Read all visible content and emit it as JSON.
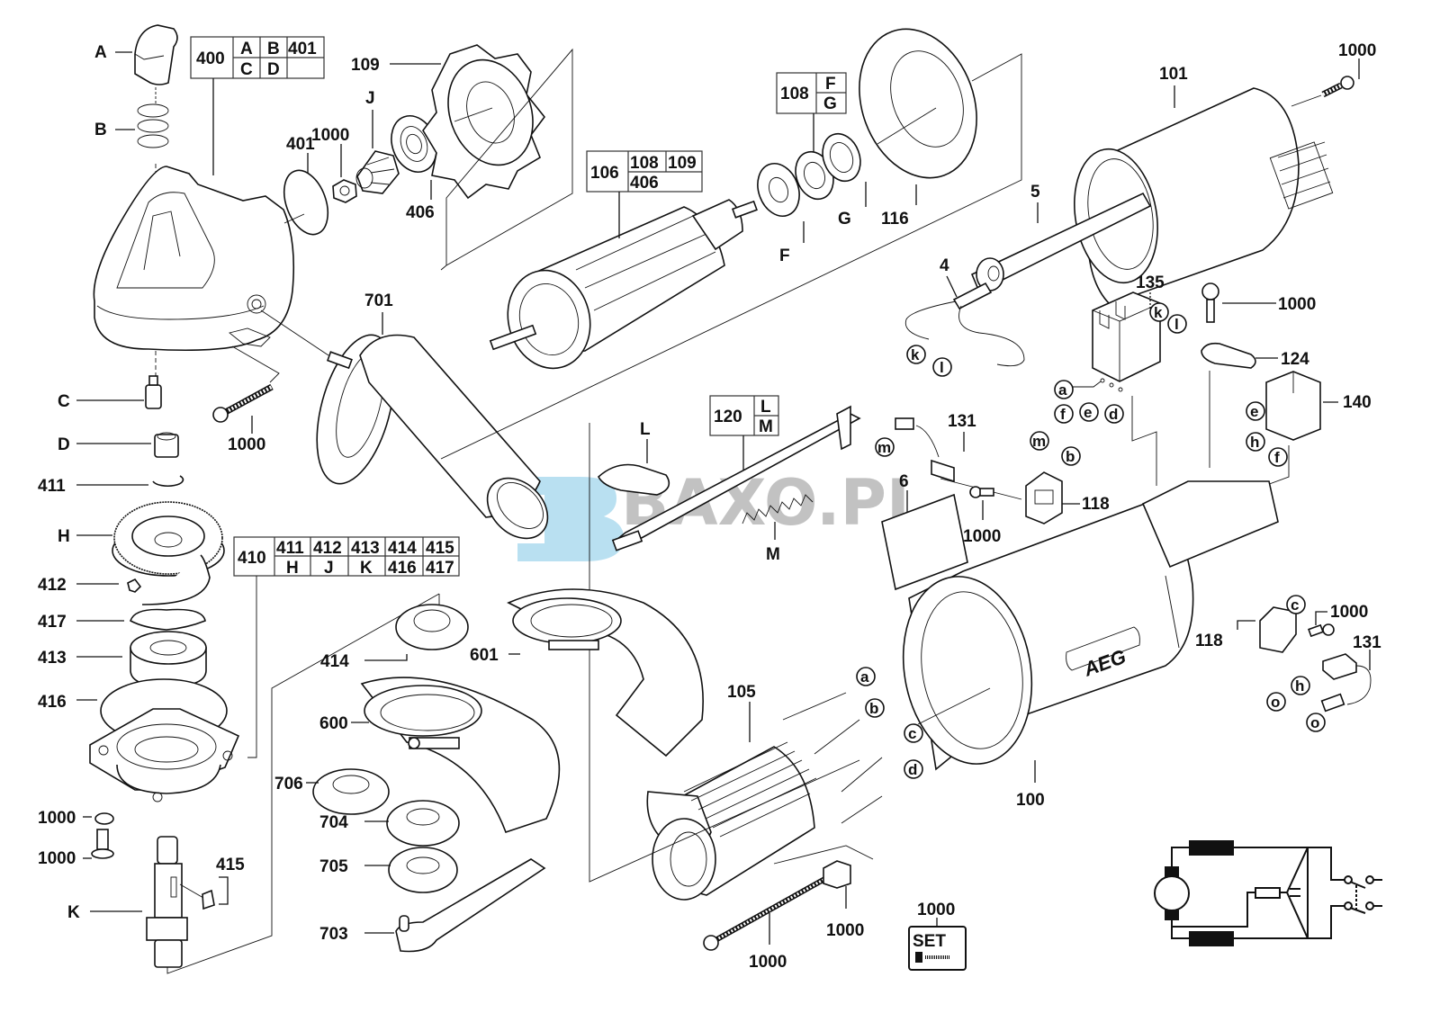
{
  "diagram": {
    "title": "AEG angle grinder exploded parts view",
    "brand_on_housing": "AEG",
    "watermark": "BAXO.PL",
    "set_badge": "SET",
    "tables": {
      "t400": {
        "main": "400",
        "cells": [
          "A",
          "B",
          "401",
          "C",
          "D",
          ""
        ]
      },
      "t106": {
        "main": "106",
        "cells": [
          "108",
          "109",
          "406",
          ""
        ]
      },
      "t108": {
        "main": "108",
        "cells": [
          "F",
          "G"
        ]
      },
      "t120": {
        "main": "120",
        "cells": [
          "L",
          "M"
        ]
      },
      "t410": {
        "main": "410",
        "cells": [
          "411",
          "412",
          "413",
          "414",
          "415",
          "H",
          "J",
          "K",
          "416",
          "417"
        ]
      }
    },
    "labels": {
      "A": "A",
      "B": "B",
      "C": "C",
      "D": "D",
      "H": "H",
      "K": "K",
      "J": "J",
      "F": "F",
      "G": "G",
      "L": "L",
      "M": "M",
      "p109": "109",
      "p1000_nut": "1000",
      "p401": "401",
      "p406": "406",
      "p116": "116",
      "p101": "101",
      "p1000_top": "1000",
      "p5": "5",
      "p4": "4",
      "p135": "135",
      "p1000_screw_124": "1000",
      "p124": "124",
      "p140": "140",
      "p701": "701",
      "p1000_screw_left": "1000",
      "p411": "411",
      "p412": "412",
      "p417": "417",
      "p413": "413",
      "p416": "416",
      "p1000_washer": "1000",
      "p1000_bolt": "1000",
      "p415": "415",
      "p414": "414",
      "p601": "601",
      "p600": "600",
      "p706": "706",
      "p704": "704",
      "p705": "705",
      "p703": "703",
      "p105": "105",
      "p1000_long_screw": "1000",
      "p1000_clip": "1000",
      "p1000_set": "1000",
      "p131_top": "131",
      "p6": "6",
      "p1000_mid": "1000",
      "p118_top": "118",
      "p100": "100",
      "p118_right": "118",
      "p1000_right": "1000",
      "p131_right": "131"
    },
    "wire_connectors": {
      "k": "k",
      "l": "l",
      "a": "a",
      "f": "f",
      "e": "e",
      "d": "d",
      "m": "m",
      "b": "b",
      "c": "c",
      "h": "h",
      "o": "o"
    },
    "colors": {
      "line": "#111111",
      "background": "#ffffff",
      "watermark_blue": "#7fc6e6",
      "watermark_gray": "#9a9a9a"
    }
  }
}
